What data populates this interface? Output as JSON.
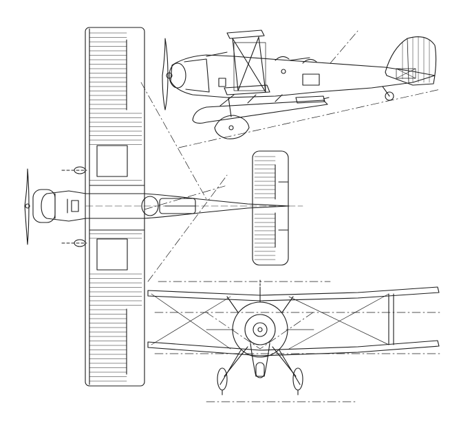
{
  "drawing": {
    "subject": "biplane-three-view",
    "views": [
      "plan-view",
      "side-view",
      "front-view"
    ],
    "line_color": "#1a1a1a",
    "background": "#ffffff"
  }
}
